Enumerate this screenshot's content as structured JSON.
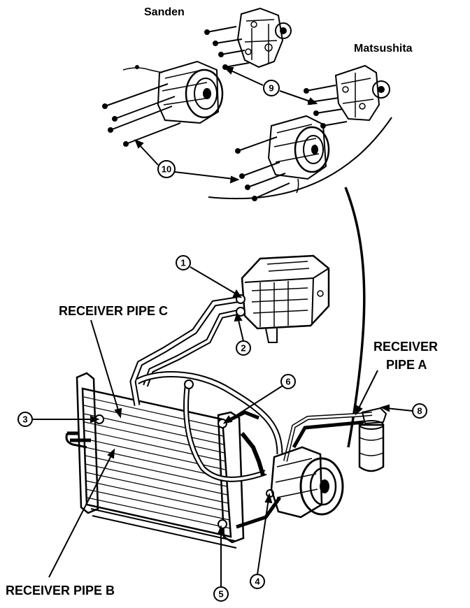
{
  "labels": {
    "sanden": "Sanden",
    "matsushita": "Matsushita",
    "receiver_pipe_c": "RECEIVER PIPE C",
    "receiver_pipe_a_line1": "RECEIVER",
    "receiver_pipe_a_line2": "PIPE A",
    "receiver_pipe_b": "RECEIVER PIPE B"
  },
  "callouts": {
    "c1": "1",
    "c2": "2",
    "c3": "3",
    "c4": "4",
    "c5": "5",
    "c6": "6",
    "c8": "8",
    "c9": "9",
    "c10": "10"
  }
}
